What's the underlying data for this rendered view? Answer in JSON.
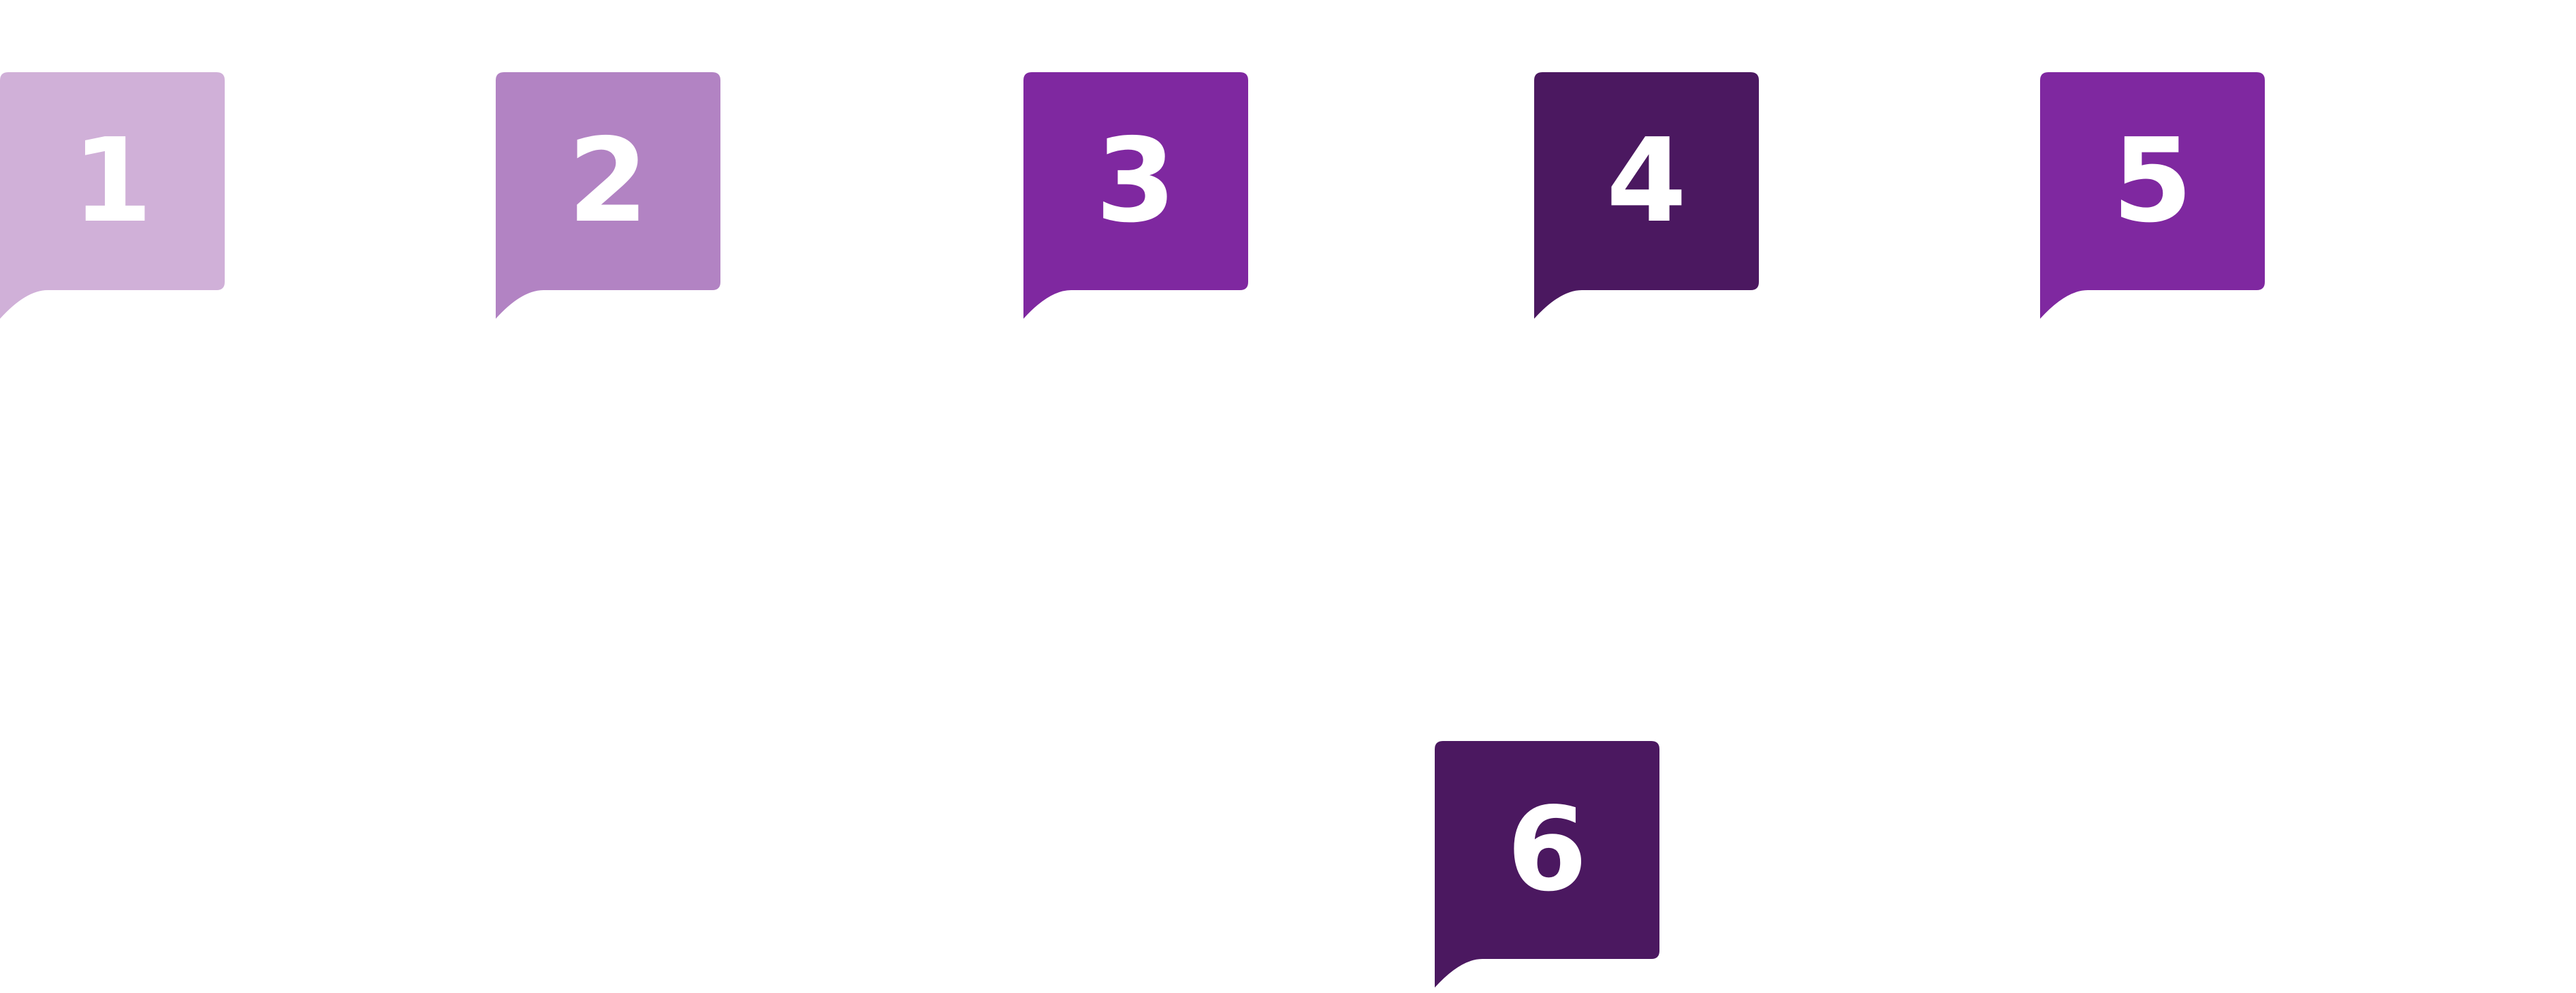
{
  "colors": {
    "step_1": "#d0b0d8",
    "step_2": "#b283c3",
    "step_3": "#7f28a0",
    "step_4": "#4b1860",
    "step_5": "#7f28a0",
    "step_6": "#4b1860",
    "number_text": "#ffffff"
  },
  "steps": [
    {
      "number": "1"
    },
    {
      "number": "2"
    },
    {
      "number": "3"
    },
    {
      "number": "4"
    },
    {
      "number": "5"
    },
    {
      "number": "6"
    }
  ]
}
